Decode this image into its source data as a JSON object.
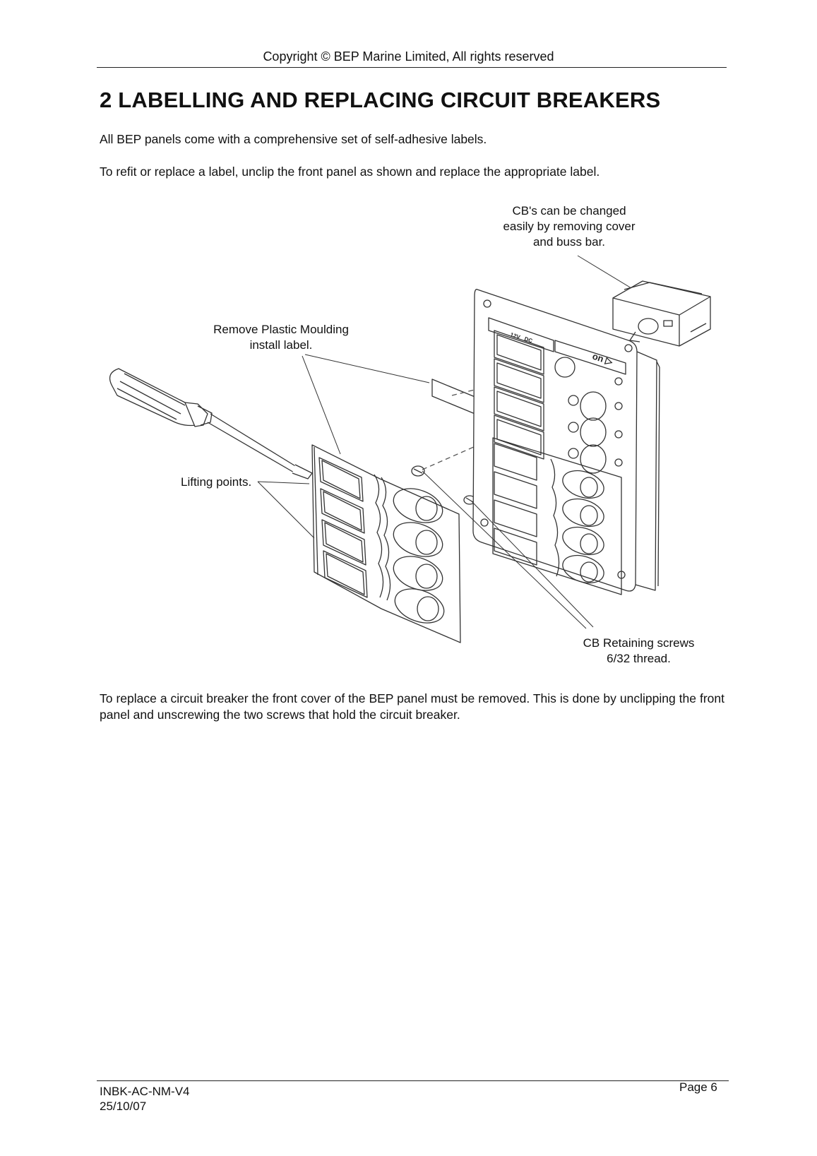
{
  "header": {
    "copyright": "Copyright © BEP Marine Limited, All rights reserved"
  },
  "section": {
    "title": "2   LABELLING AND REPLACING CIRCUIT BREAKERS",
    "para1": "All BEP panels come with a comprehensive set of self-adhesive labels.",
    "para2": "To refit or replace a label, unclip the front panel as shown and replace the appropriate label.",
    "para3": "To replace a circuit breaker the front cover of the BEP panel must be removed. This is done by unclipping the front panel and unscrewing the two screws that hold the circuit breaker."
  },
  "figure": {
    "callout_cb": [
      "CB's can be changed",
      "easily by removing cover",
      "and buss bar."
    ],
    "callout_moulding": [
      "Remove Plastic Moulding",
      "install label."
    ],
    "callout_lifting": "Lifting points.",
    "callout_screws": [
      "CB Retaining screws",
      "6/32 thread."
    ],
    "panel_marking_voltage": "12V",
    "panel_marking_type": "DC",
    "panel_marking_on": "on ▷"
  },
  "footer": {
    "doc_code": "INBK-AC-NM-V4",
    "date": "25/10/07",
    "page": "Page 6"
  }
}
